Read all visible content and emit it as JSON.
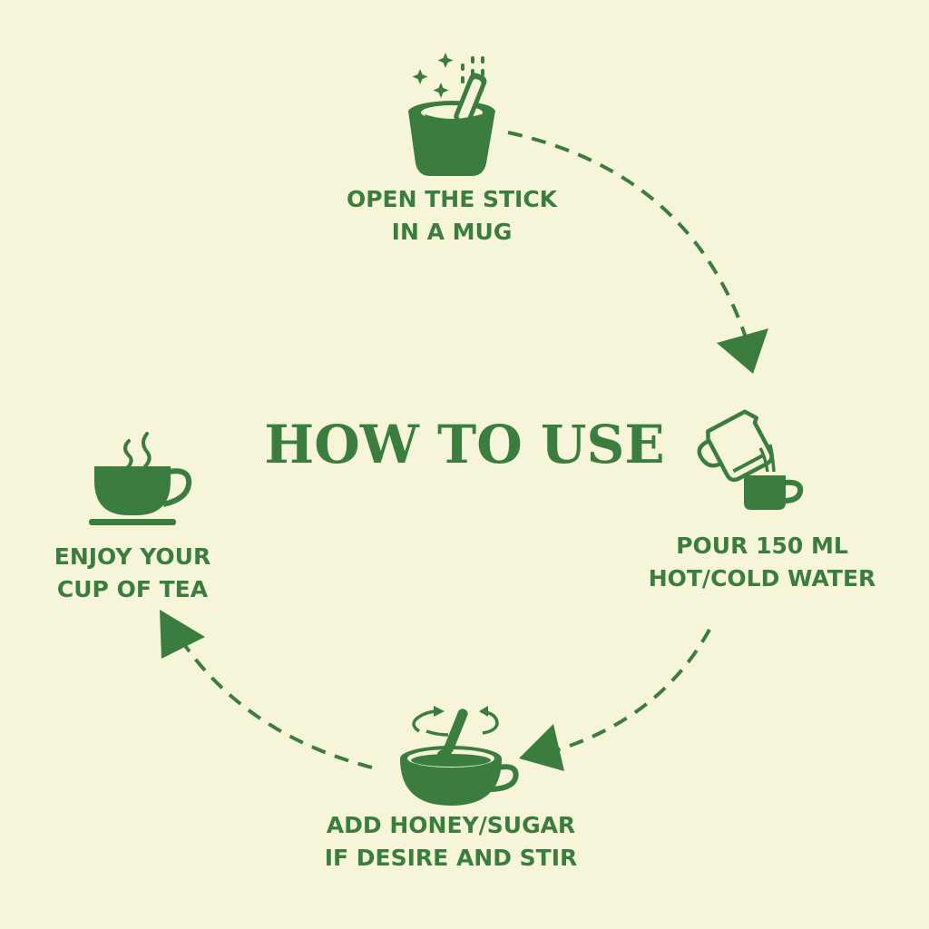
{
  "title": "HOW TO USE",
  "colors": {
    "background": "#f6f5d9",
    "primary_green": "#3b7d3f"
  },
  "steps": [
    {
      "icon": "mug-stick-icon",
      "line1": "OPEN THE STICK",
      "line2": "IN A MUG"
    },
    {
      "icon": "pitcher-pour-icon",
      "line1": "POUR 150 ML",
      "line2": "HOT/COLD WATER"
    },
    {
      "icon": "stir-cup-icon",
      "line1": "ADD HONEY/SUGAR",
      "line2": "IF DESIRE AND STIR"
    },
    {
      "icon": "steaming-tea-cup-icon",
      "line1": "ENJOY YOUR",
      "line2": "CUP OF TEA"
    }
  ]
}
